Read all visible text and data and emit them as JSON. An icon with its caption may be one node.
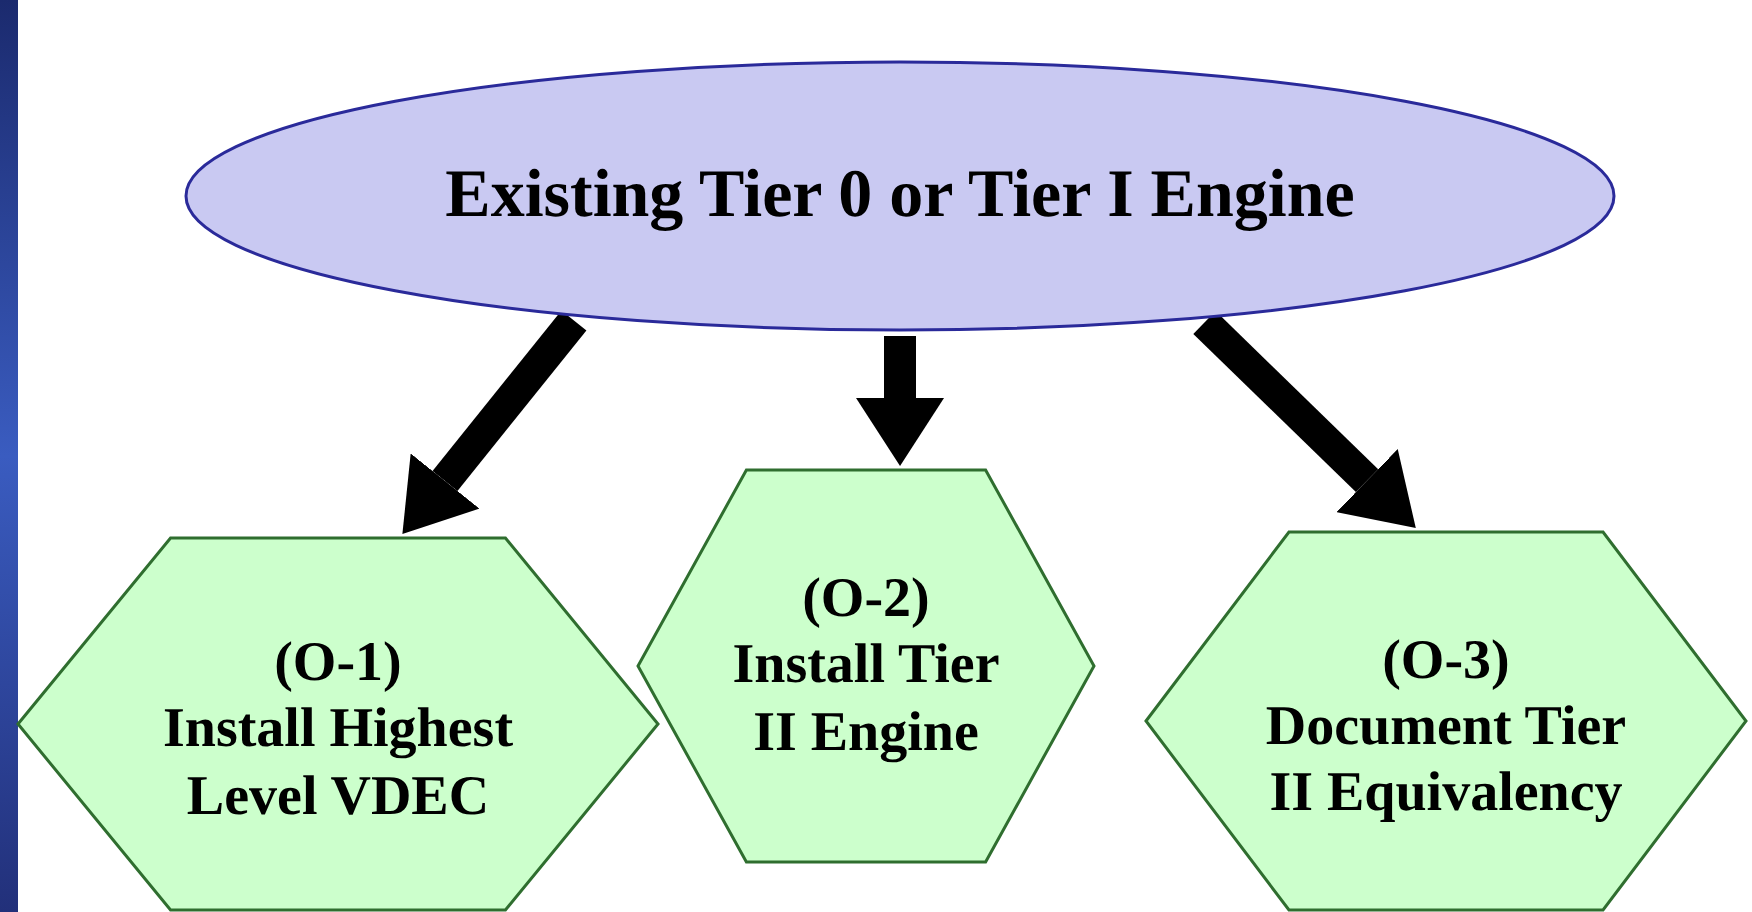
{
  "diagram": {
    "nodes": [
      {
        "text": [
          "Existing Tier 0 or Tier I Engine"
        ]
      },
      {
        "text": [
          "(O-1) Install Highest Level VDEC"
        ]
      },
      {
        "text": [
          "(O-2) Install Tier II Engine"
        ]
      },
      {
        "text": [
          "(O-3) Document Tier II Equivalency"
        ]
      }
    ],
    "edges": [
      {
        "from": 0,
        "to": 1,
        "arrow": "to"
      },
      {
        "from": 0,
        "to": 2,
        "arrow": "to"
      },
      {
        "from": 0,
        "to": 3,
        "arrow": "to"
      }
    ]
  }
}
